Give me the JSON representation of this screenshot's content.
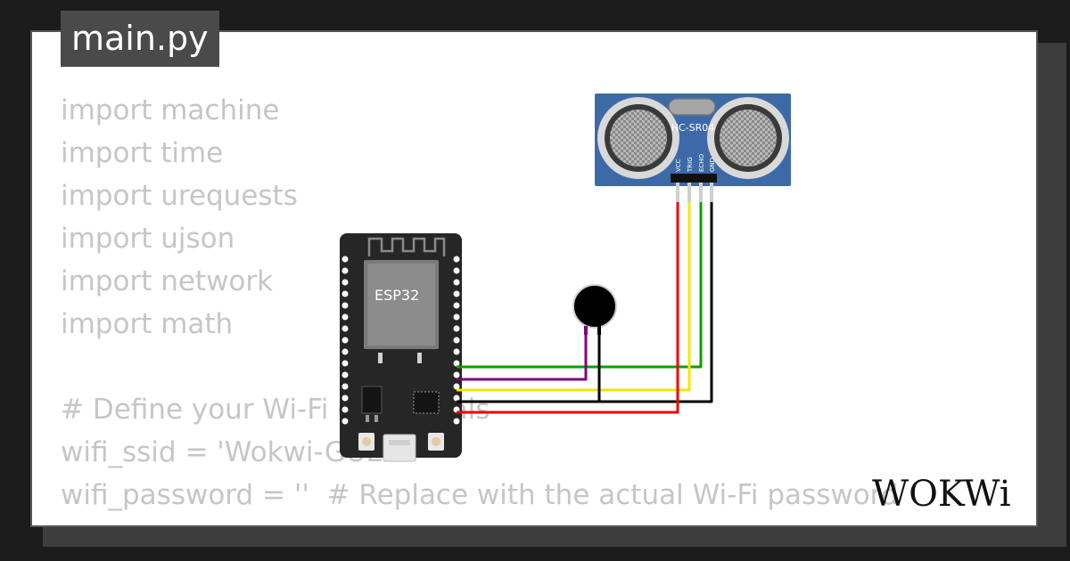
{
  "tab": {
    "filename": "main.py"
  },
  "code_lines": [
    "import machine",
    "import time",
    "import urequests",
    "import ujson",
    "import network",
    "import math",
    "",
    "# Define your Wi-Fi credentials",
    "wifi_ssid = 'Wokwi-GUEST'",
    "wifi_password = ''  # Replace with the actual Wi-Fi password"
  ],
  "esp32": {
    "chip_label": "ESP32"
  },
  "sensor": {
    "model": "HC-SR04",
    "pins": [
      "VCC",
      "TRIG",
      "ECHO",
      "GND"
    ]
  },
  "logo": {
    "text": "WOKWi"
  },
  "colors": {
    "wire_red": "#e8080c",
    "wire_yellow": "#f2e600",
    "wire_green": "#119e00",
    "wire_black": "#000000",
    "wire_purple": "#800080",
    "board": "#262626",
    "sensor_board": "#3d6aa7"
  }
}
